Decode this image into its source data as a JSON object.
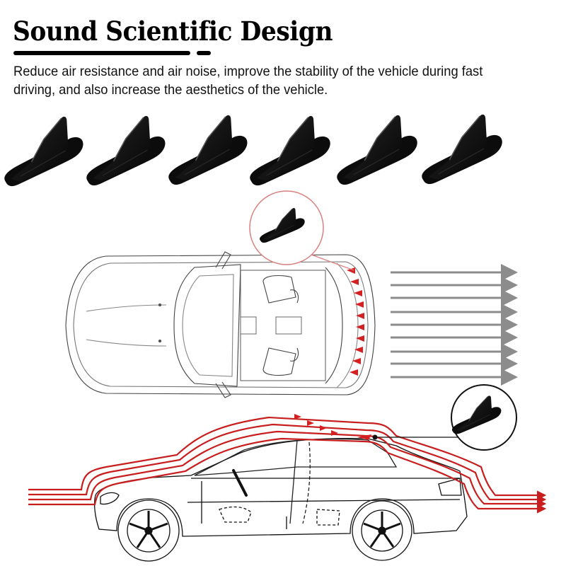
{
  "header": {
    "title": "Sound Scientific Design",
    "description": "Reduce air resistance and air noise, improve the stability of the vehicle during fast driving, and also increase the aesthetics of the vehicle."
  },
  "product_row": {
    "item_count": 6,
    "color": "#111111",
    "item_name": "shark-fin-spoiler"
  },
  "top_view": {
    "callout_circle_color": "#d98080",
    "fin_marker_color": "#d42020",
    "fin_marker_count": 10,
    "airflow_arrow_count": 9,
    "airflow_arrow_color": "#8c8c8c"
  },
  "side_view": {
    "airflow_line_color": "#c81e1e",
    "airflow_line_count": 4,
    "callout_circle_color": "#111111"
  },
  "colors": {
    "background": "#ffffff",
    "text": "#000000",
    "accent_red": "#c81e1e",
    "arrow_gray": "#8c8c8c"
  }
}
